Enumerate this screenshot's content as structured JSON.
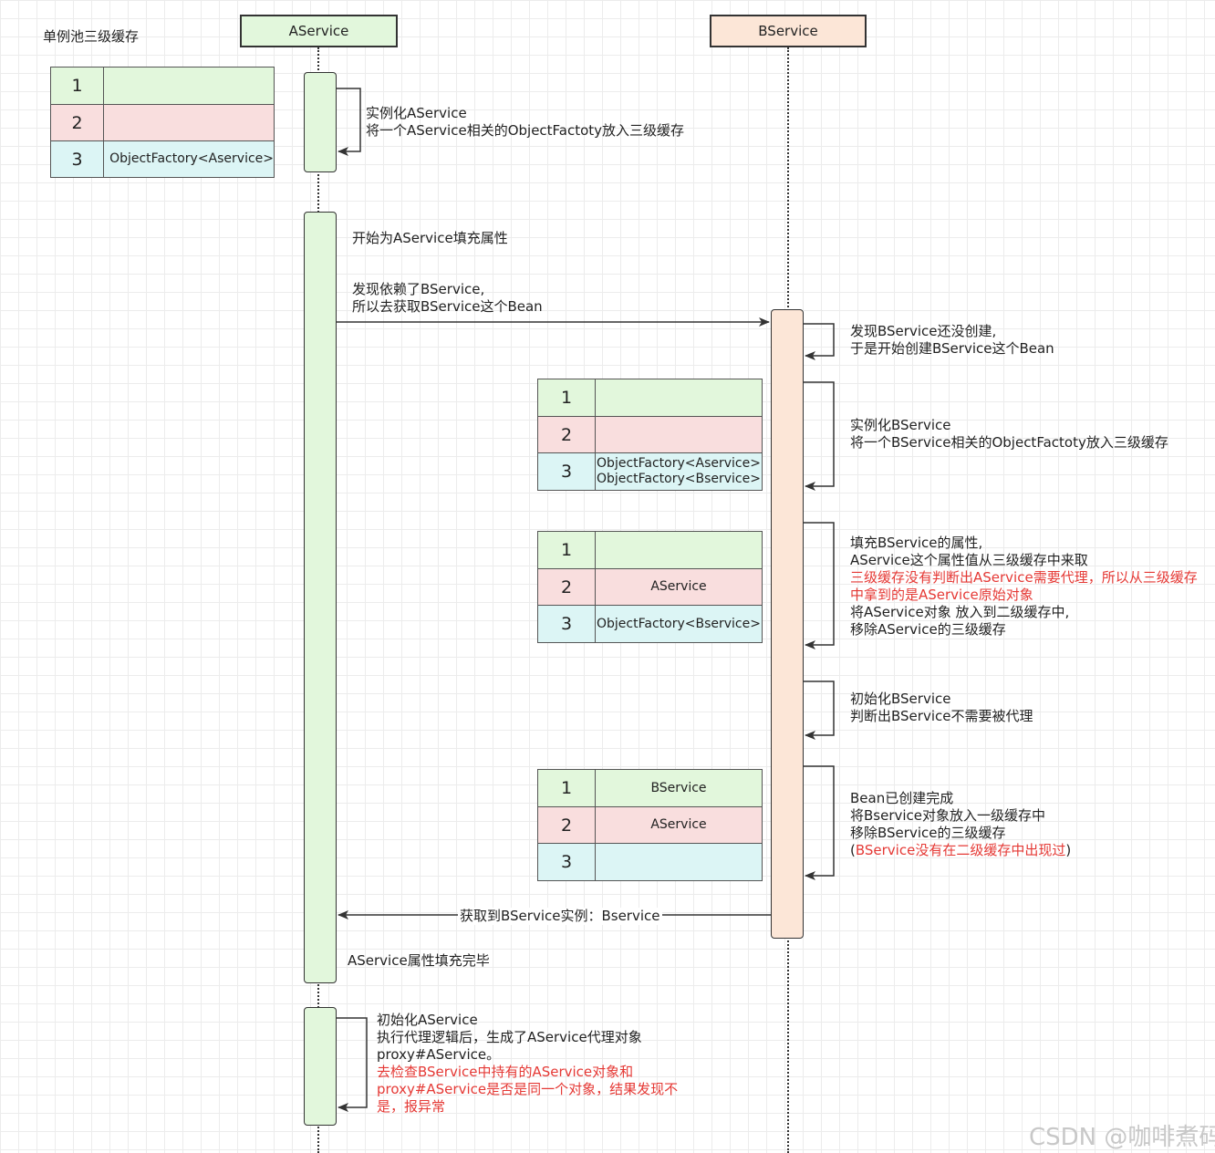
{
  "title": "单例池三级缓存",
  "participants": {
    "a": "AService",
    "b": "BService"
  },
  "tables": [
    {
      "rows": [
        {
          "num": "1",
          "value": [
            ""
          ]
        },
        {
          "num": "2",
          "value": [
            ""
          ]
        },
        {
          "num": "3",
          "value": [
            "ObjectFactory<Aservice>"
          ]
        }
      ]
    },
    {
      "rows": [
        {
          "num": "1",
          "value": [
            ""
          ]
        },
        {
          "num": "2",
          "value": [
            ""
          ]
        },
        {
          "num": "3",
          "value": [
            "ObjectFactory<Aservice>",
            "ObjectFactory<Bservice>"
          ]
        }
      ]
    },
    {
      "rows": [
        {
          "num": "1",
          "value": [
            ""
          ]
        },
        {
          "num": "2",
          "value": [
            "AService"
          ]
        },
        {
          "num": "3",
          "value": [
            "ObjectFactory<Bservice>"
          ]
        }
      ]
    },
    {
      "rows": [
        {
          "num": "1",
          "value": [
            "BService"
          ]
        },
        {
          "num": "2",
          "value": [
            "AService"
          ]
        },
        {
          "num": "3",
          "value": [
            ""
          ]
        }
      ]
    }
  ],
  "notes": {
    "a_instantiate": [
      "实例化AService",
      "将一个AService相关的ObjectFactoty放入三级缓存"
    ],
    "a_fill_start": "开始为AService填充属性",
    "a_depends": [
      "发现依赖了BService,",
      "所以去获取BService这个Bean"
    ],
    "b_not_created": [
      "发现BService还没创建,",
      "于是开始创建BService这个Bean"
    ],
    "b_instantiate": [
      "实例化BService",
      "将一个BService相关的ObjectFactoty放入三级缓存"
    ],
    "b_fill": {
      "line1": "填充BService的属性,",
      "line2": "AService这个属性值从三级缓存中来取",
      "red1": "三级缓存没有判断出AService需要代理，所以从三级缓存",
      "red2": "中拿到的是AService原始对象",
      "line3": "将AService对象 放入到二级缓存中,",
      "line4": "移除AService的三级缓存"
    },
    "b_init": [
      "初始化BService",
      "判断出BService不需要被代理"
    ],
    "b_done": {
      "line1": "Bean已创建完成",
      "line2": "将Bservice对象放入一级缓存中",
      "line3": "移除BService的三级缓存",
      "paren_open": "(",
      "red": "BService没有在二级缓存中出现过",
      "paren_close": ")"
    },
    "return_label": "获取到BService实例：Bservice",
    "a_fill_done": "AService属性填充完毕",
    "a_init": {
      "line1": "初始化AService",
      "line2": "执行代理逻辑后，生成了AService代理对象",
      "line3": "proxy#AService。",
      "red1": "去检查BService中持有的AService对象和",
      "red2": "proxy#AService是否是同一个对象，结果发现不",
      "red3": "是，报异常"
    }
  },
  "watermark": "CSDN @咖啡煮码",
  "colors": {
    "green": "#e2f7dc",
    "pink": "#f9dede",
    "cyan": "#dcf5f5",
    "peach": "#fce6d7",
    "red_text": "#e53935"
  }
}
